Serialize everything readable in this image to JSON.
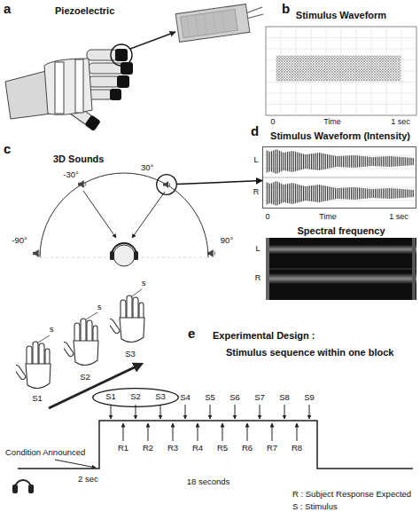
{
  "diagram": {
    "nodes": [
      {
        "text": [
          "30°"
        ]
      },
      {
        "text": [
          "Stimulus Waveform (Intensity)"
        ]
      },
      {
        "text": [
          "S1",
          "S2",
          "S3"
        ]
      }
    ],
    "edges": [
      {
        "from": 0,
        "to": 1,
        "arrow": "to"
      }
    ],
    "labels": [
      "a",
      "Piezoelectric",
      "b",
      "Stimulus Waveform",
      "0",
      "Time",
      "1 sec",
      "c",
      "3D Sounds",
      "-30°",
      "-90°",
      "90°",
      "d",
      "L",
      "R",
      "0",
      "Time",
      "1 sec",
      "Spectral frequency",
      "L",
      "R",
      "e",
      "Experimental Design :",
      "Stimulus sequence within one block",
      "s",
      "s",
      "s",
      "S1",
      "S2",
      "S3",
      "S4",
      "S5",
      "S6",
      "S7",
      "S8",
      "S9",
      "R1",
      "R2",
      "R3",
      "R4",
      "R5",
      "R6",
      "R7",
      "R8",
      "Condition Announced",
      "2 sec",
      "18 seconds",
      "R : Subject Response Expected",
      "S : Stimulus"
    ]
  }
}
